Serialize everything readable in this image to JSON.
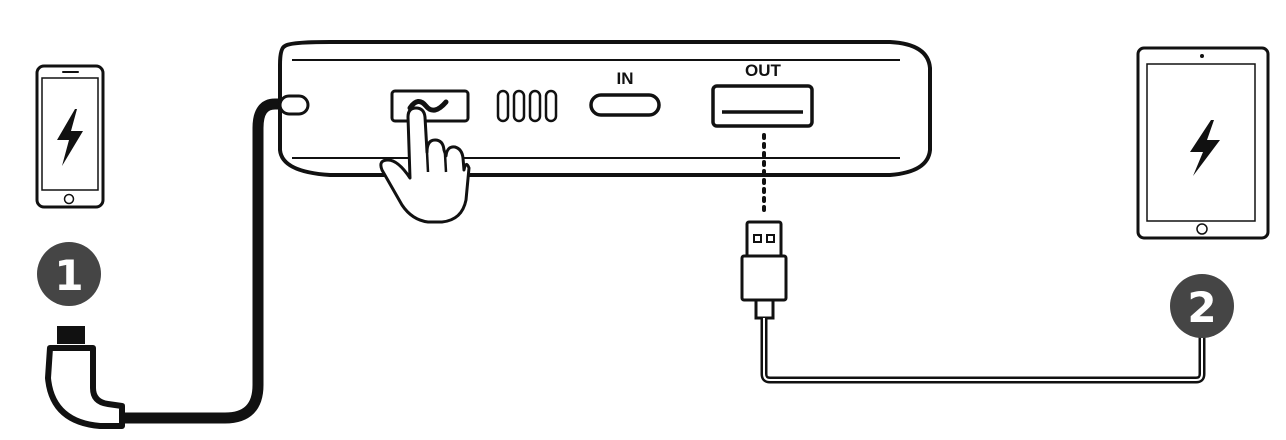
{
  "ports": {
    "in_label": "IN",
    "out_label": "OUT"
  },
  "steps": {
    "step1": "1",
    "step2": "2"
  },
  "colors": {
    "ink": "#111111",
    "badge": "#454545",
    "background": "#ffffff"
  },
  "icons": {
    "phone": "smartphone-icon",
    "tablet": "tablet-icon",
    "charge": "lightning-bolt-icon",
    "hand": "pointing-hand-icon",
    "button": "power-button-icon",
    "leds": "led-indicator-icon",
    "usb": "usb-a-plug-icon",
    "lightning_plug": "lightning-connector-icon"
  }
}
